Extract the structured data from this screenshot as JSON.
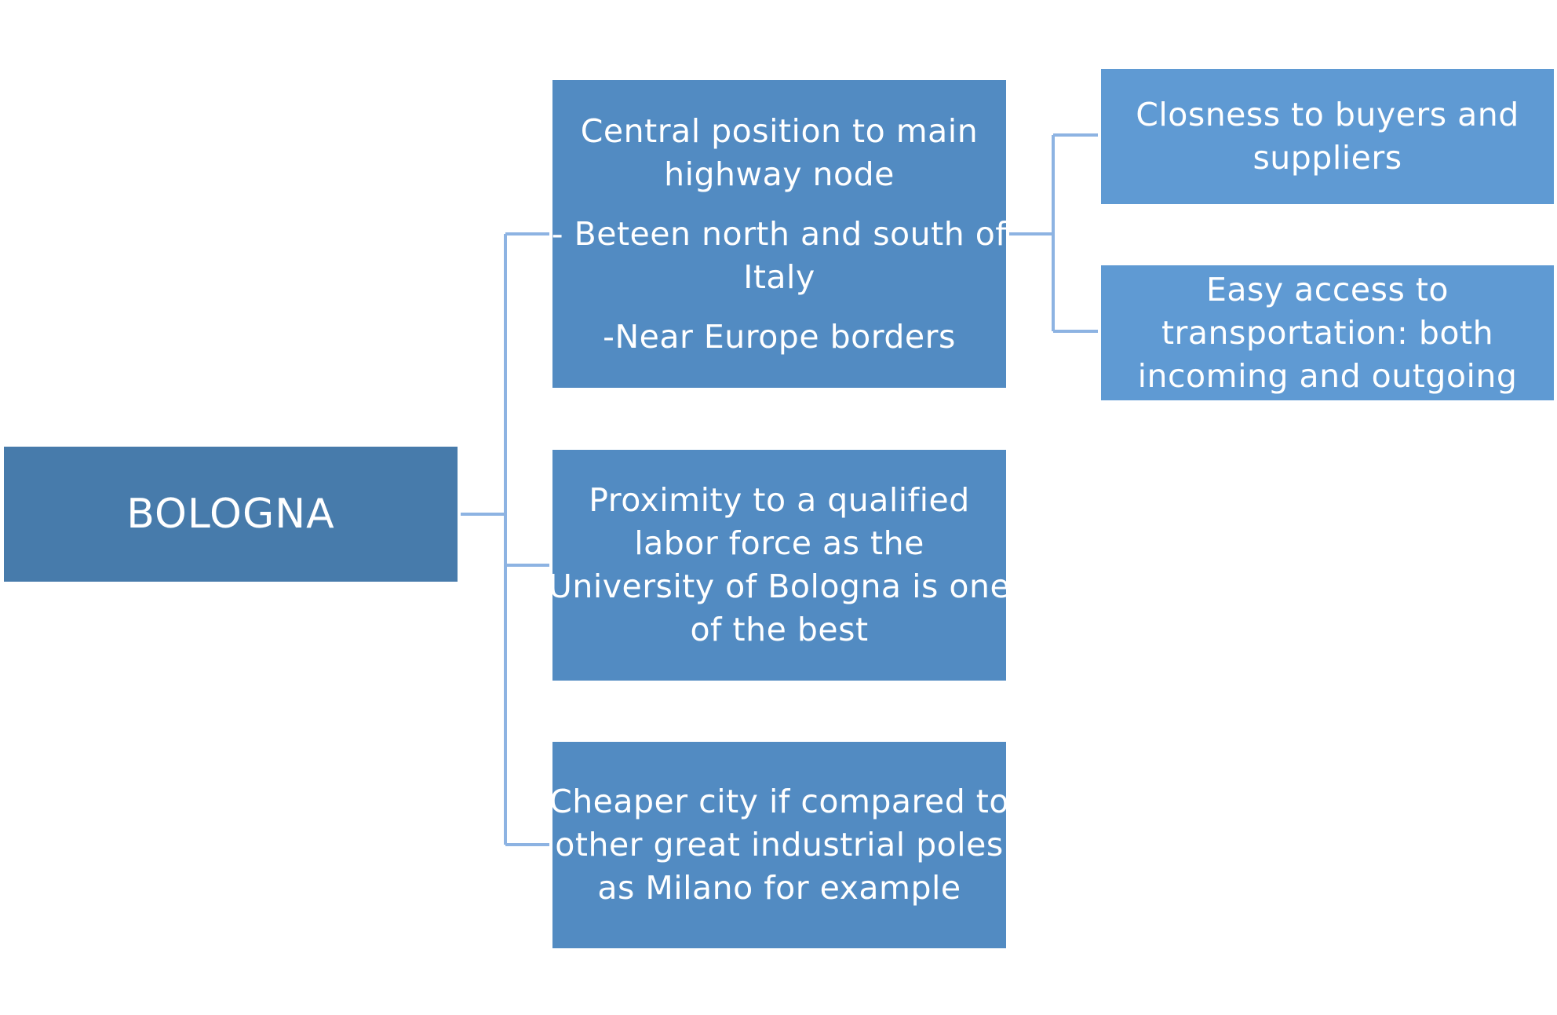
{
  "diagram": {
    "root": {
      "label": "BOLOGNA"
    },
    "branches": {
      "central": {
        "lines": [
          "Central position to main",
          "highway node",
          "- Beteen north and south of",
          "Italy",
          "-Near Europe borders"
        ]
      },
      "proximity": {
        "lines": [
          "Proximity to a qualified",
          "labor force as the",
          "University of Bologna is one",
          "of the best"
        ]
      },
      "cheaper": {
        "lines": [
          "Cheaper city if compared to",
          "other great industrial poles",
          "as Milano for example"
        ]
      }
    },
    "sub_branches": {
      "closeness": {
        "lines": [
          "Closness to buyers and",
          "suppliers"
        ]
      },
      "access": {
        "lines": [
          "Easy access to",
          "transportation: both",
          "incoming and outgoing"
        ]
      }
    },
    "colors": {
      "root_fill": "#477bab",
      "level1_fill": "#528bc2",
      "level2_fill": "#5f9ad3",
      "connector": "#8db3e2",
      "text": "#ffffff"
    }
  }
}
